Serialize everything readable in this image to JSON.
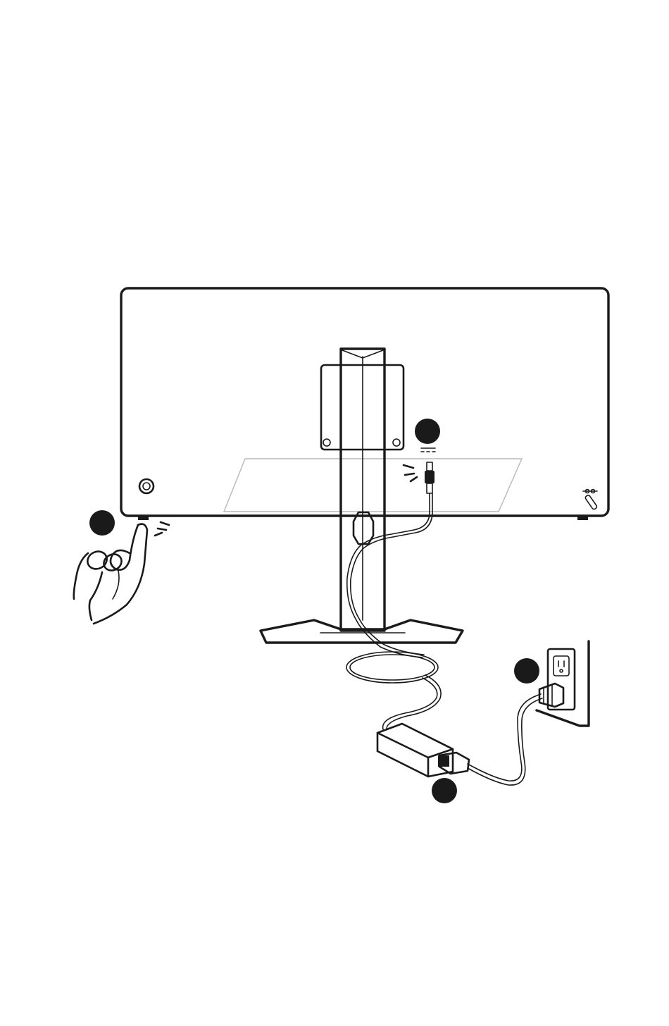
{
  "figure": {
    "steps": [
      {
        "id": "step-1",
        "label": ""
      },
      {
        "id": "step-2",
        "label": ""
      },
      {
        "id": "step-3",
        "label": ""
      },
      {
        "id": "step-4",
        "label": ""
      }
    ],
    "icons": {
      "dc_symbol": "dc-power-icon",
      "lock_symbol": "kensington-lock-icon",
      "power_button": "power-button-icon"
    },
    "colors": {
      "ink": "#1a1a1a",
      "badge": "#1a1a1a",
      "guide_lines": "#b8b8b8"
    }
  }
}
